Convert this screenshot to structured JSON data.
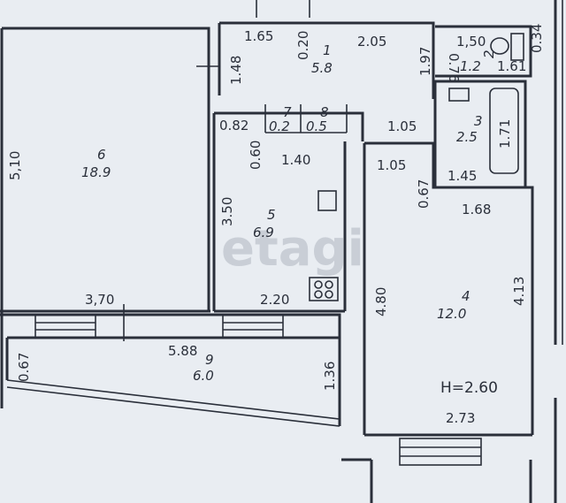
{
  "watermark": "etagi",
  "ceiling_height": "H=2.60",
  "rooms": [
    {
      "id": "1",
      "area": "5.8"
    },
    {
      "id": "2",
      "area": "1.2"
    },
    {
      "id": "3",
      "area": "2.5"
    },
    {
      "id": "4",
      "area": "12.0"
    },
    {
      "id": "5",
      "area": "6.9"
    },
    {
      "id": "6",
      "area": "18.9"
    },
    {
      "id": "7",
      "area": "0.2"
    },
    {
      "id": "8",
      "area": "0.5"
    },
    {
      "id": "9",
      "area": "6.0"
    }
  ],
  "dimensions": {
    "d1_65": "1.65",
    "d0_20": "0.20",
    "d2_05": "2.05",
    "d1_48": "1.48",
    "d1_97": "1.97",
    "d0_76": "0.76",
    "d1_50": "1,50",
    "d1_61": "1.61",
    "d0_34": "0.34",
    "d0_82": "0.82",
    "d0_60": "0.60",
    "d1_40": "1.40",
    "d1_05a": "1.05",
    "d1_05b": "1.05",
    "d1_71": "1.71",
    "d1_45": "1.45",
    "d0_67a": "0.67",
    "d1_68": "1.68",
    "d5_10": "5,10",
    "d3_50": "3.50",
    "d4_80": "4.80",
    "d4_13": "4.13",
    "d2_20": "2.20",
    "d3_70": "3,70",
    "d5_88": "5.88",
    "d0_67b": "0.67",
    "d1_36": "1.36",
    "d2_73": "2.73"
  }
}
